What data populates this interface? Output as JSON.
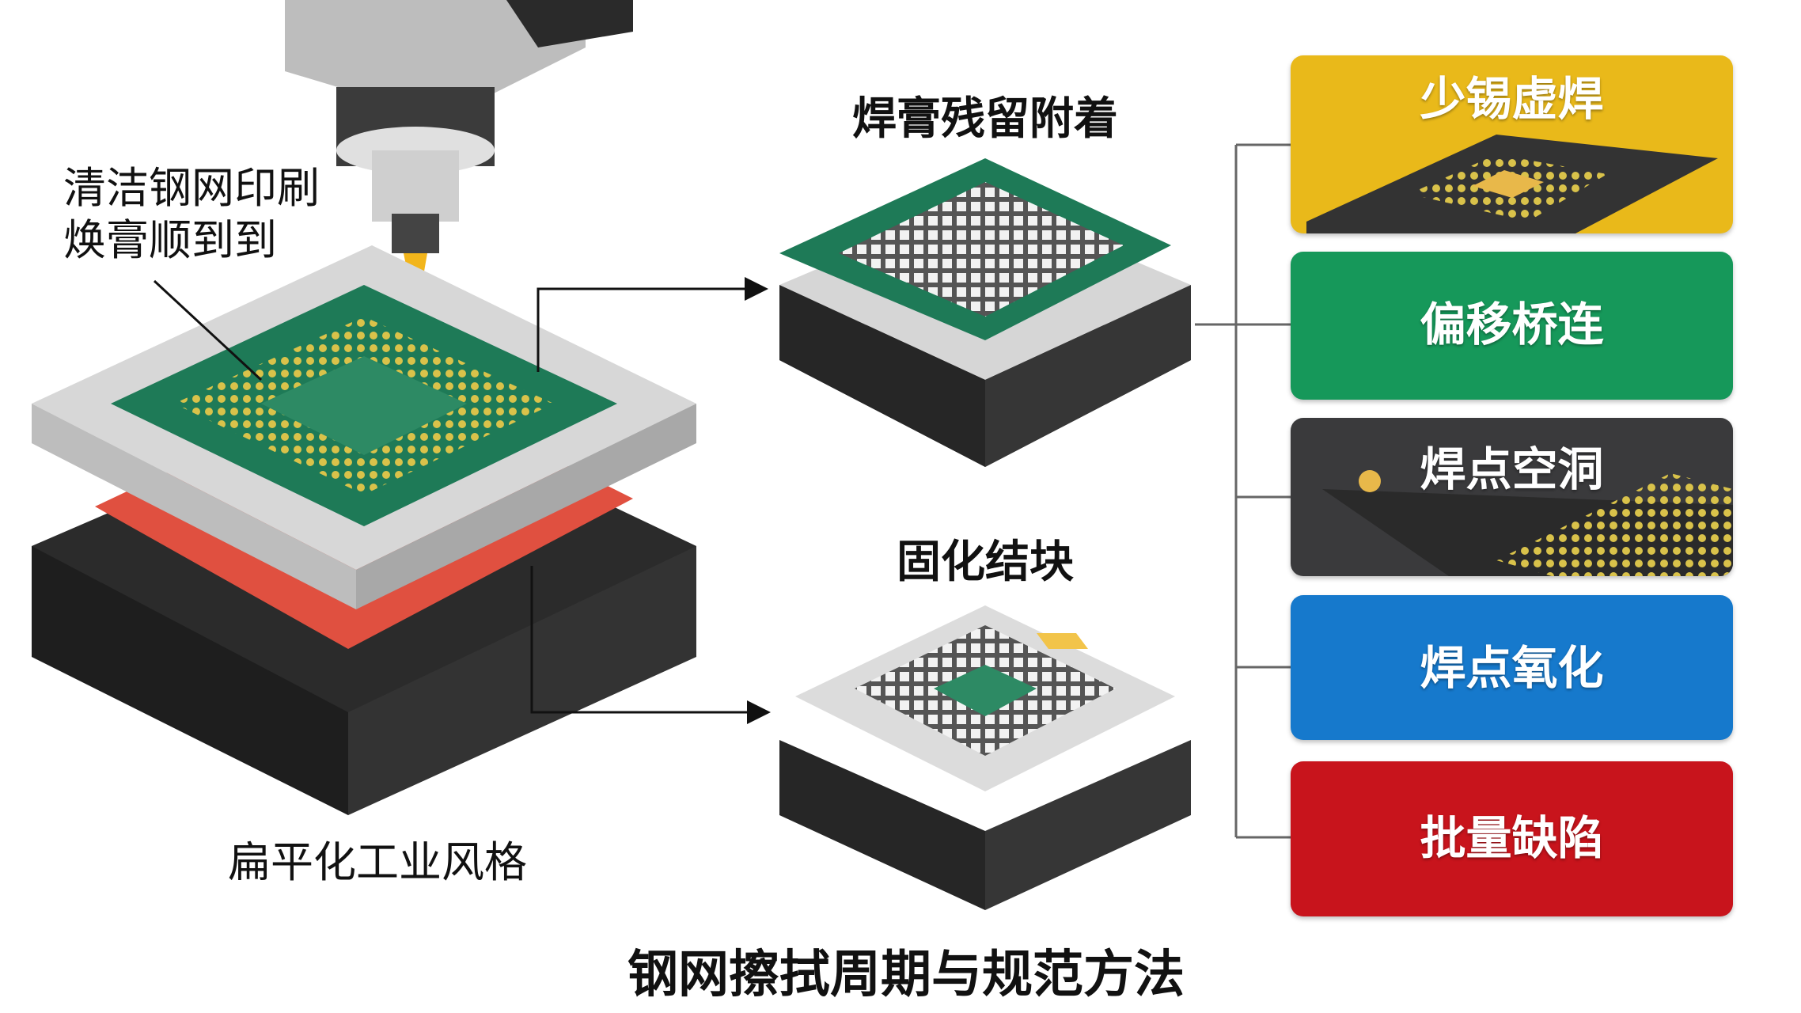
{
  "left_note": [
    "清洁钢网印刷",
    "焕膏顺到到"
  ],
  "style_note": "扁平化工业风格",
  "top_panel_title": "焊膏残留附着",
  "bottom_panel_title": "固化结块",
  "main_title": "钢网擦拭周期与规范方法",
  "defects": [
    {
      "label": "少锡虚焊",
      "color": "#E9B91A"
    },
    {
      "label": "偏移桥连",
      "color": "#16985A"
    },
    {
      "label": "焊点空洞",
      "color": "#3A3A3C"
    },
    {
      "label": "焊点氧化",
      "color": "#1679CC"
    },
    {
      "label": "批量缺陷",
      "color": "#C8141C"
    }
  ]
}
